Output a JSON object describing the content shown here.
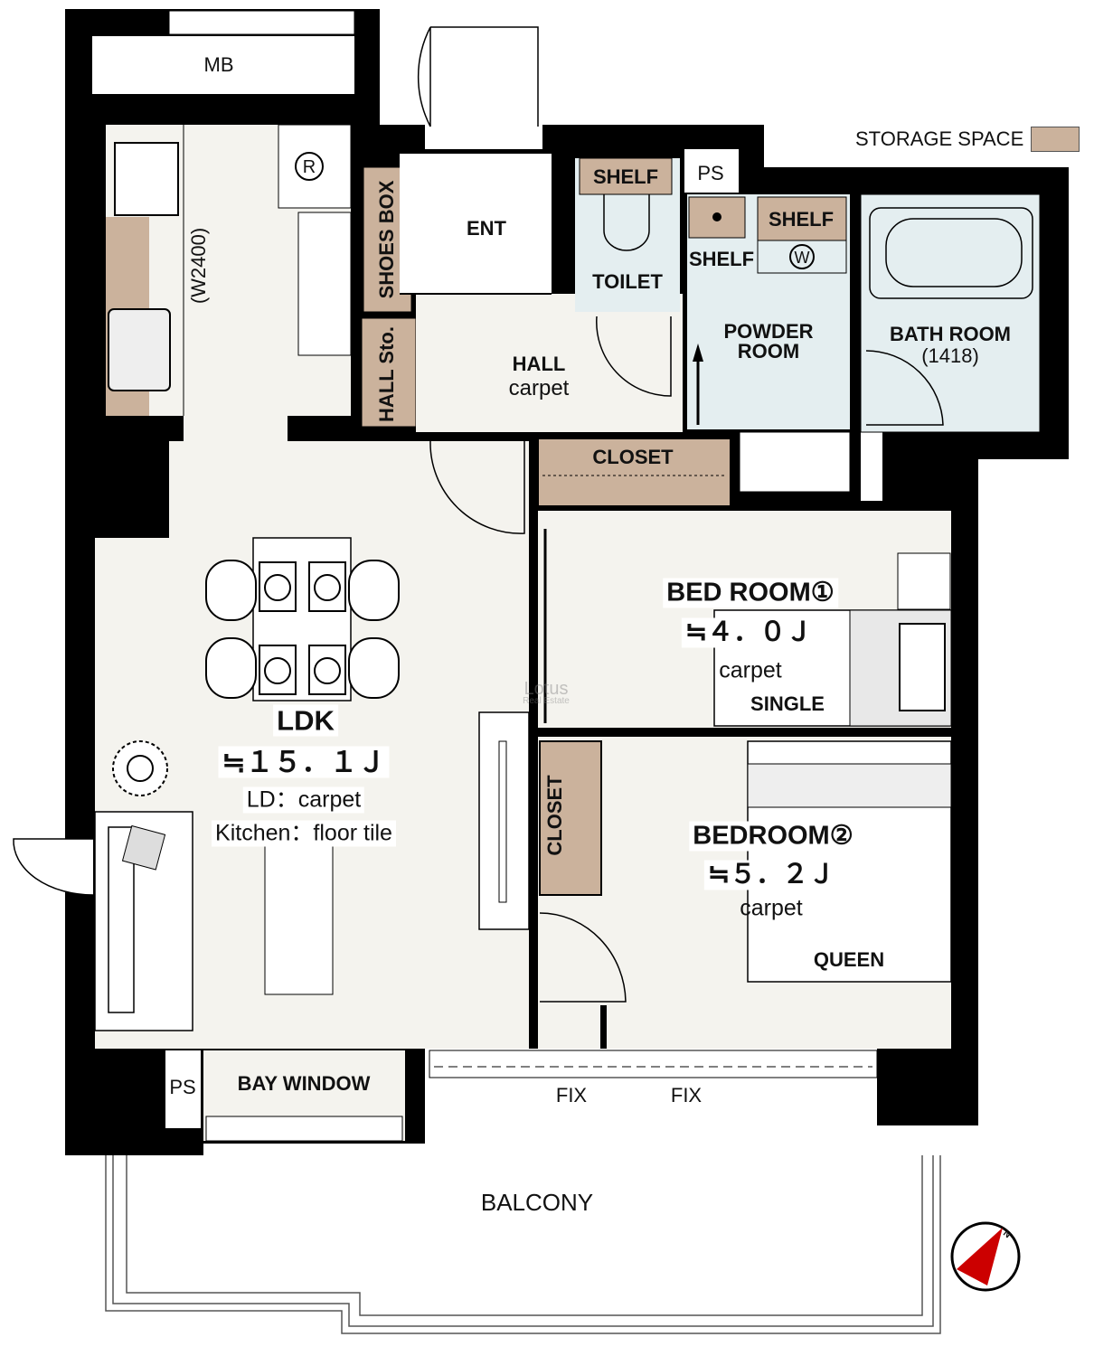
{
  "legend": {
    "storage_label": "STORAGE SPACE",
    "storage_color": "#cbb29c"
  },
  "colors": {
    "wall": "#000000",
    "floor": "#f4f3ee",
    "wet": "#e4eef0",
    "storage": "#cbb29c",
    "north": "#cc0000"
  },
  "rooms": {
    "mb": "MB",
    "kitchen_width": "(W2400)",
    "fridge": "R",
    "shoes_box": "SHOES BOX",
    "hall_sto": "HALL Sto.",
    "ent": "ENT",
    "hall": "HALL",
    "hall_floor": "carpet",
    "toilet_shelf": "SHELF",
    "toilet": "TOILET",
    "ps_top": "PS",
    "powder_shelf1": "SHELF",
    "powder_shelf2": "SHELF",
    "washer": "W",
    "powder": "POWDER\nROOM",
    "bath": "BATH ROOM",
    "bath_size": "(1418)",
    "closet1": "CLOSET",
    "bed1": "BED ROOM①",
    "bed1_size": "≒４．０Ｊ",
    "bed1_floor": "carpet",
    "bed1_bed": "SINGLE",
    "ldk": "LDK",
    "ldk_size": "≒１５．１Ｊ",
    "ldk_floor1": "LD：carpet",
    "ldk_floor2": "Kitchen：floor tile",
    "closet2": "CLOSET",
    "bed2": "BEDROOM②",
    "bed2_size": "≒５．２Ｊ",
    "bed2_floor": "carpet",
    "bed2_bed": "QUEEN",
    "ps_bottom": "PS",
    "bay": "BAY WINDOW",
    "fix1": "FIX",
    "fix2": "FIX",
    "balcony": "BALCONY"
  },
  "watermark": {
    "line1": "Lotus",
    "line2": "Real Estate"
  },
  "compass": {
    "label": "N"
  }
}
